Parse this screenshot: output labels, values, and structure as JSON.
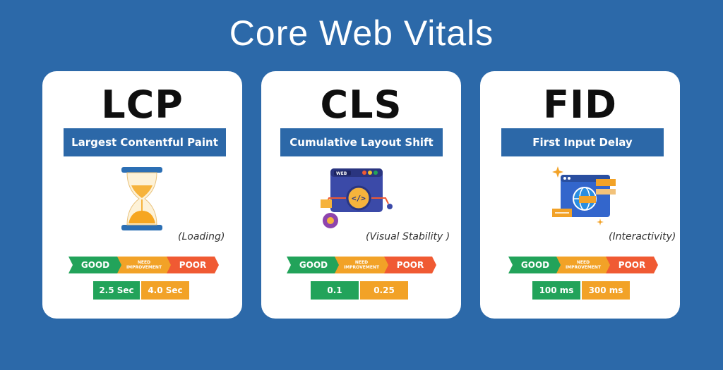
{
  "title": "Core Web Vitals",
  "cards": [
    {
      "abbr": "LCP",
      "name": "Largest Contentful Paint",
      "aspect": "(Loading)",
      "icon": "hourglass-icon",
      "scale": {
        "good": "GOOD",
        "needs": "NEED IMPROVEMENT",
        "poor": "POOR"
      },
      "thresholds": [
        "2.5 Sec",
        "4.0 Sec"
      ]
    },
    {
      "abbr": "CLS",
      "name": "Cumulative Layout Shift",
      "aspect": "(Visual Stability )",
      "icon": "web-code-icon",
      "scale": {
        "good": "GOOD",
        "needs": "NEED IMPROVEMENT",
        "poor": "POOR"
      },
      "thresholds": [
        "0.1",
        "0.25"
      ]
    },
    {
      "abbr": "FID",
      "name": "First Input Delay",
      "aspect": "(Interactivity)",
      "icon": "browser-globe-icon",
      "scale": {
        "good": "GOOD",
        "needs": "NEED IMPROVEMENT",
        "poor": "POOR"
      },
      "thresholds": [
        "100 ms",
        "300 ms"
      ]
    }
  ],
  "colors": {
    "background": "#2c69a9",
    "label_bar": "#2c68a8",
    "good": "#22a35a",
    "needs_improvement": "#f2a227",
    "poor": "#f05a33"
  }
}
